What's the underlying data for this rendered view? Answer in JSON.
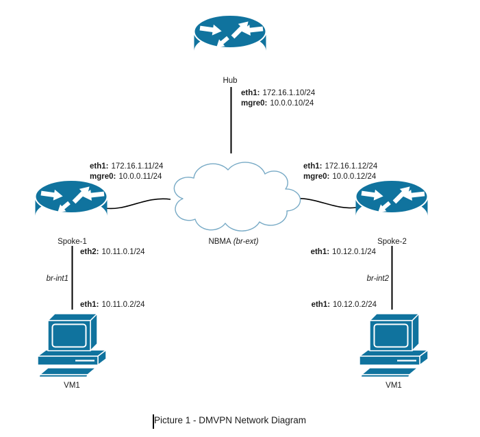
{
  "colors": {
    "device": "#10739E",
    "cloud_stroke": "#76A9C5",
    "link": "#000000",
    "text": "#1A1A1A",
    "bg": "#FFFFFF"
  },
  "hub": {
    "label": "Hub",
    "if1": {
      "k": "eth1:",
      "v": "172.16.1.10/24"
    },
    "if2": {
      "k": "mgre0:",
      "v": "10.0.0.10/24"
    }
  },
  "cloud": {
    "name": "NBMA",
    "bridge": "(br-ext)"
  },
  "spoke1": {
    "label": "Spoke-1",
    "if1": {
      "k": "eth1:",
      "v": "172.16.1.11/24"
    },
    "if2": {
      "k": "mgre0:",
      "v": "10.0.0.11/24"
    },
    "lan": {
      "k": "eth2:",
      "v": "10.11.0.1/24"
    },
    "bridge": "br-int1"
  },
  "spoke2": {
    "label": "Spoke-2",
    "if1": {
      "k": "eth1:",
      "v": "172.16.1.12/24"
    },
    "if2": {
      "k": "mgre0:",
      "v": "10.0.0.12/24"
    },
    "lan": {
      "k": "eth1:",
      "v": "10.12.0.1/24"
    },
    "bridge": "br-int2"
  },
  "vm_left": {
    "label": "VM1",
    "if": {
      "k": "eth1:",
      "v": "10.11.0.2/24"
    }
  },
  "vm_right": {
    "label": "VM1",
    "if": {
      "k": "eth1:",
      "v": "10.12.0.2/24"
    }
  },
  "caption": "Picture 1 - DMVPN Network Diagram"
}
